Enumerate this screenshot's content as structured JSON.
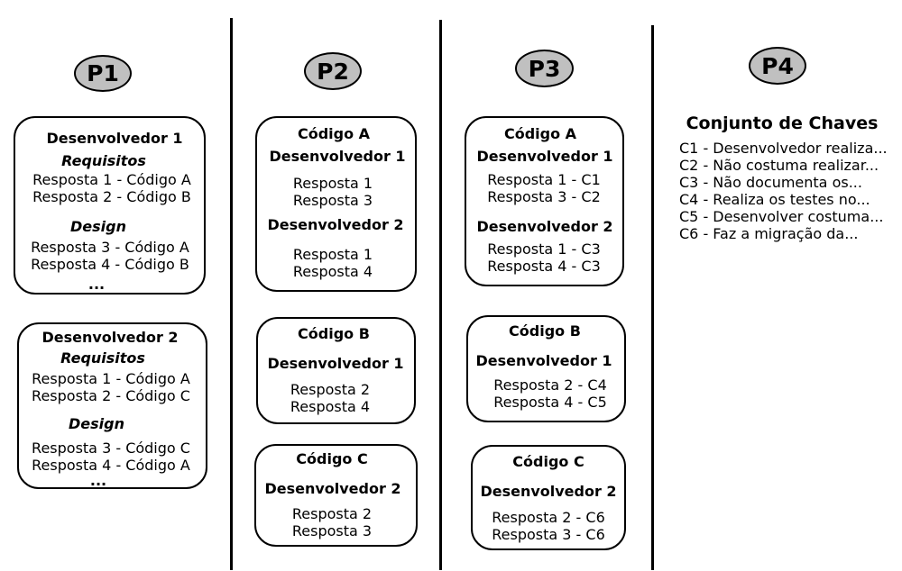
{
  "columns": [
    {
      "label": "P1",
      "groups": [
        {
          "title": "Desenvolvedor 1",
          "sections": [
            {
              "name": "Requisitos",
              "items": [
                "Resposta 1 - Código A",
                "Resposta 2 - Código B"
              ]
            },
            {
              "name": "Design",
              "items": [
                "Resposta 3 - Código A",
                "Resposta 4 - Código B"
              ]
            }
          ],
          "more": "..."
        },
        {
          "title": "Desenvolvedor 2",
          "sections": [
            {
              "name": "Requisitos",
              "items": [
                "Resposta 1 - Código A",
                "Resposta 2 - Código C"
              ]
            },
            {
              "name": "Design",
              "items": [
                "Resposta 3 - Código C",
                "Resposta 4 - Código A"
              ]
            }
          ],
          "more": "..."
        }
      ]
    },
    {
      "label": "P2",
      "groups": [
        {
          "title": "Código A",
          "sections": [
            {
              "name": "Desenvolvedor 1",
              "items": [
                "Resposta 1",
                "Resposta 3"
              ]
            },
            {
              "name": "Desenvolvedor 2",
              "items": [
                "Resposta 1",
                "Resposta 4"
              ]
            }
          ]
        },
        {
          "title": "Código B",
          "sections": [
            {
              "name": "Desenvolvedor 1",
              "items": [
                "Resposta 2",
                "Resposta 4"
              ]
            }
          ]
        },
        {
          "title": "Código C",
          "sections": [
            {
              "name": "Desenvolvedor 2",
              "items": [
                "Resposta 2",
                "Resposta 3"
              ]
            }
          ]
        }
      ]
    },
    {
      "label": "P3",
      "groups": [
        {
          "title": "Código A",
          "sections": [
            {
              "name": "Desenvolvedor 1",
              "items": [
                "Resposta 1 - C1",
                "Resposta 3 - C2"
              ]
            },
            {
              "name": "Desenvolvedor 2",
              "items": [
                "Resposta 1 - C3",
                "Resposta 4 - C3"
              ]
            }
          ]
        },
        {
          "title": "Código B",
          "sections": [
            {
              "name": "Desenvolvedor 1",
              "items": [
                "Resposta 2 - C4",
                "Resposta 4 - C5"
              ]
            }
          ]
        },
        {
          "title": "Código C",
          "sections": [
            {
              "name": "Desenvolvedor 2",
              "items": [
                "Resposta 2 - C6",
                "Resposta 3 - C6"
              ]
            }
          ]
        }
      ]
    },
    {
      "label": "P4",
      "heading": "Conjunto de Chaves",
      "keys": [
        "C1 - Desenvolvedor realiza...",
        "C2 - Não costuma realizar...",
        "C3 - Não documenta os...",
        "C4 - Realiza os testes no...",
        "C5 - Desenvolver costuma...",
        "C6 - Faz a migração da..."
      ]
    }
  ]
}
